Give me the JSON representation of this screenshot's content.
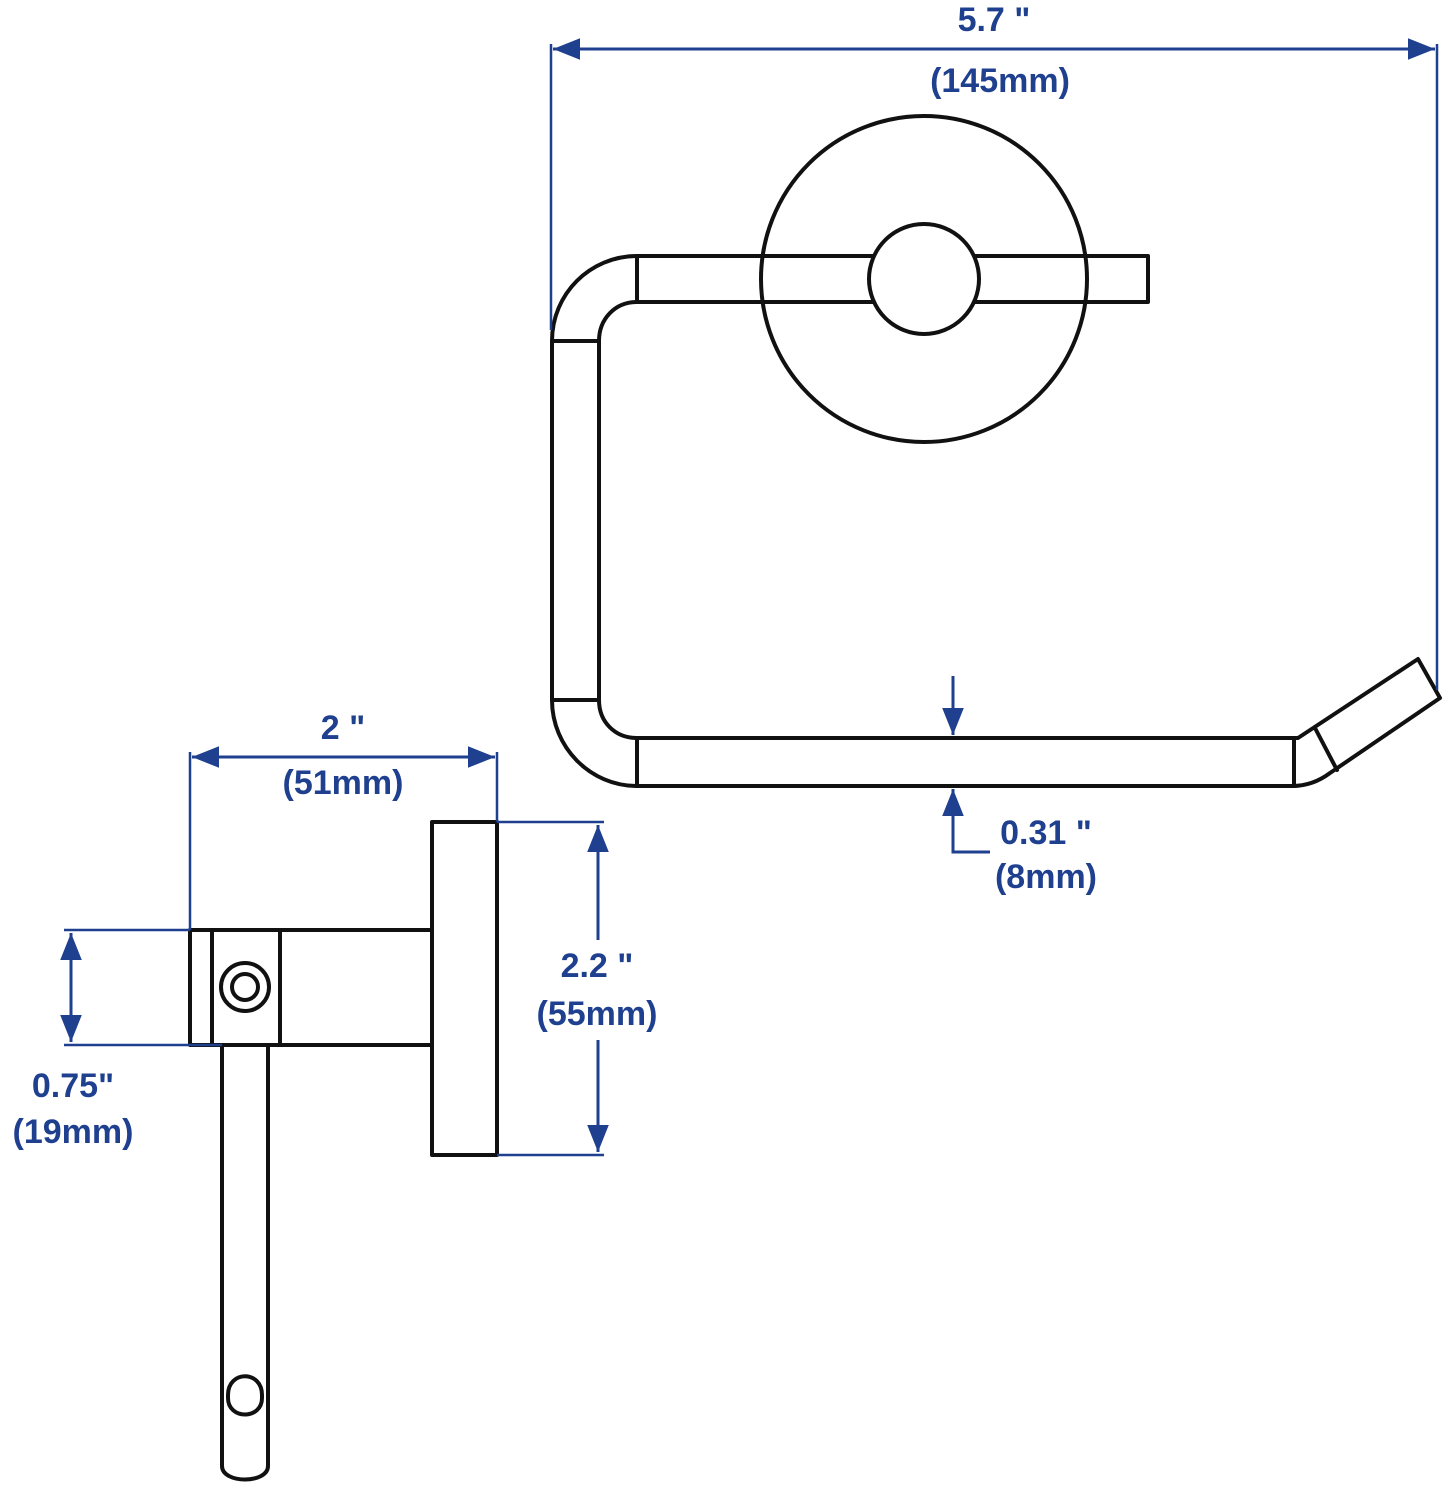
{
  "colors": {
    "dimension": "#1f3f8f",
    "outline": "#111111",
    "background": "#ffffff"
  },
  "views": {
    "front": {
      "width_inch": "5.7 \"",
      "width_mm": "(145mm)",
      "rod_inch": "0.31 \"",
      "rod_mm": "(8mm)"
    },
    "side": {
      "depth_inch": "2 \"",
      "depth_mm": "(51mm)",
      "plate_inch": "2.2 \"",
      "plate_mm": "(55mm)",
      "arm_inch": "0.75\"",
      "arm_mm": "(19mm)"
    }
  }
}
